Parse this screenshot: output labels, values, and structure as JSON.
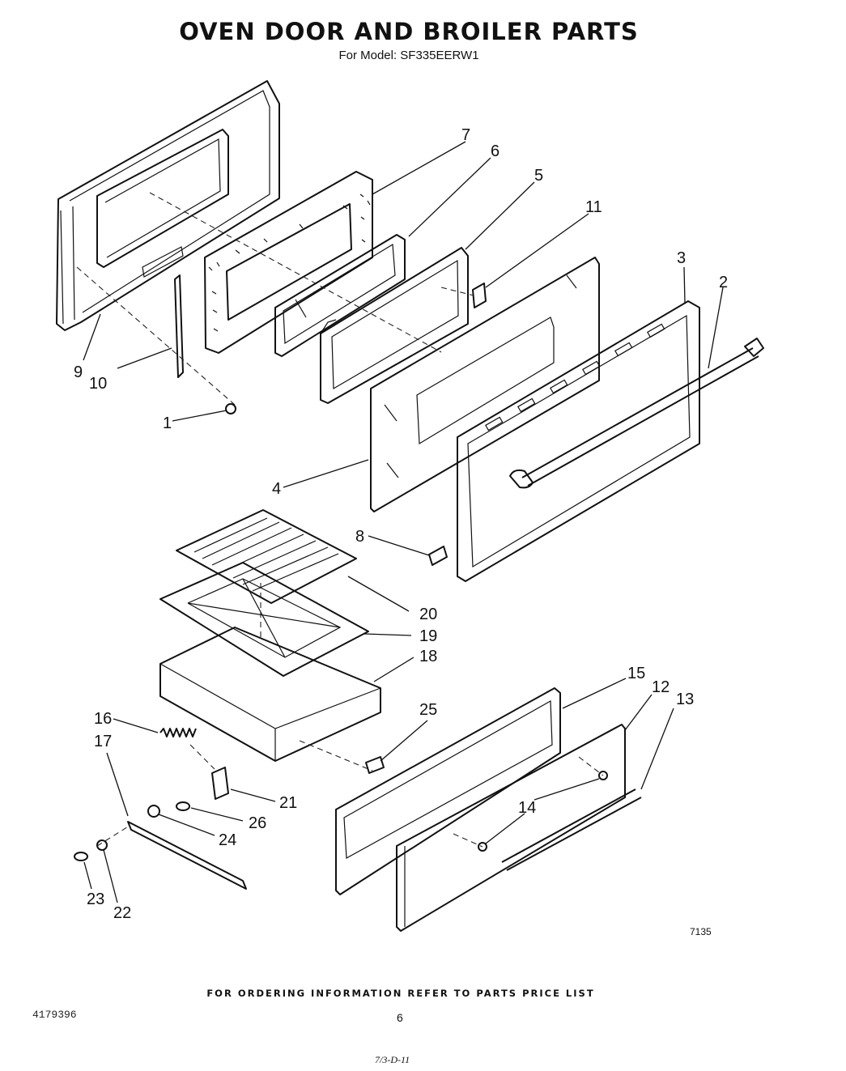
{
  "header": {
    "title": "OVEN DOOR AND BROILER PARTS",
    "subtitle": "For Model: SF335EERW1"
  },
  "callouts": [
    "1",
    "2",
    "3",
    "4",
    "5",
    "6",
    "7",
    "8",
    "9",
    "10",
    "11",
    "12",
    "13",
    "14",
    "15",
    "16",
    "17",
    "18",
    "19",
    "20",
    "21",
    "22",
    "23",
    "24",
    "25",
    "26"
  ],
  "figure_code": "7135",
  "footer": {
    "ordering_note": "FOR ORDERING INFORMATION REFER TO PARTS PRICE LIST",
    "doc_number": "4179396",
    "page_number": "6",
    "stamp": "7/3-D-11"
  }
}
